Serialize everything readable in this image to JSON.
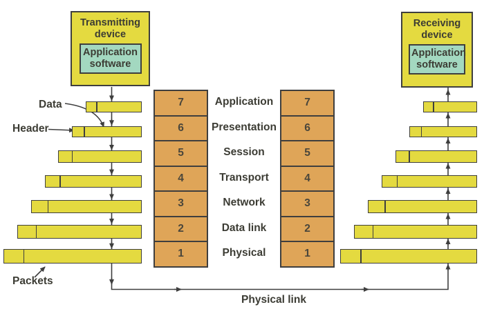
{
  "diagram": {
    "colors": {
      "yellow": "#e4da40",
      "teal": "#a3d8c0",
      "orange": "#dfa558",
      "line": "#3e3e3e",
      "background": "#ffffff"
    },
    "transmitting_device": {
      "title": "Transmitting device",
      "inner": "Application software"
    },
    "receiving_device": {
      "title": "Receiving device",
      "inner": "Application software"
    },
    "layers": [
      {
        "number": "7",
        "name": "Application"
      },
      {
        "number": "6",
        "name": "Presentation"
      },
      {
        "number": "5",
        "name": "Session"
      },
      {
        "number": "4",
        "name": "Transport"
      },
      {
        "number": "3",
        "name": "Network"
      },
      {
        "number": "2",
        "name": "Data link"
      },
      {
        "number": "1",
        "name": "Physical"
      }
    ],
    "annotations": {
      "data": "Data",
      "header": "Header",
      "packets": "Packets",
      "physical_link": "Physical link"
    }
  }
}
